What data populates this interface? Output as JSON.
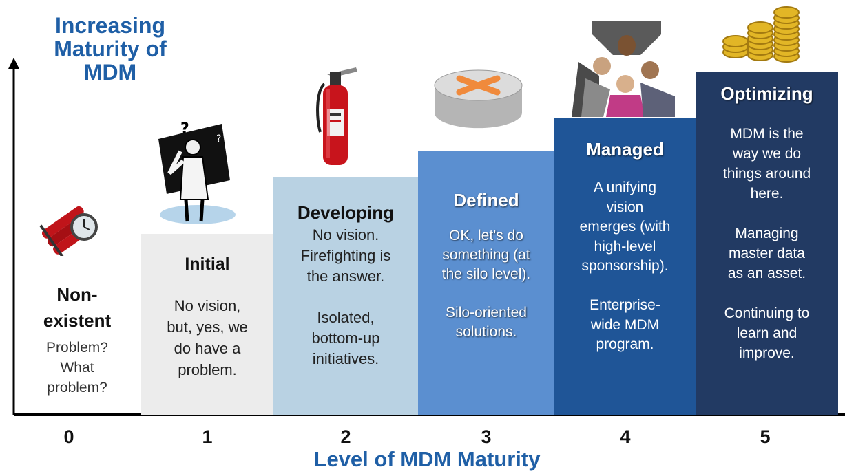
{
  "y_axis_title": "Increasing\nMaturity of\nMDM",
  "x_axis_title": "Level of MDM Maturity",
  "levels": [
    {
      "number": "0",
      "title": "Non-\nexistent",
      "text": "Problem?\nWhat\nproblem?",
      "color": "#ffffff",
      "icon": "dynamite-icon"
    },
    {
      "number": "1",
      "title": "Initial",
      "text": "No vision,\nbut, yes, we\ndo have a\nproblem.",
      "color": "#ececec",
      "icon": "confused-scientist-icon"
    },
    {
      "number": "2",
      "title": "Developing",
      "text": "No vision.\nFirefighting is\nthe answer.\n\nIsolated,\nbottom-up\ninitiatives.",
      "color": "#b9d2e3",
      "icon": "fire-extinguisher-icon"
    },
    {
      "number": "3",
      "title": "Defined",
      "text": "OK, let's do\nsomething (at\nthe silo level).\n\nSilo-oriented\nsolutions.",
      "color": "#5b8fd0",
      "icon": "router-icon"
    },
    {
      "number": "4",
      "title": "Managed",
      "text": "A unifying\nvision\nemerges (with\nhigh-level\nsponsorship).\n\nEnterprise-\nwide MDM\nprogram.",
      "color": "#1f5597",
      "icon": "team-huddle-icon"
    },
    {
      "number": "5",
      "title": "Optimizing",
      "text": "MDM is the\nway we do\nthings around\nhere.\n\nManaging\nmaster data\nas an asset.\n\nContinuing to\nlearn and\nimprove.",
      "color": "#223a63",
      "icon": "gold-coins-icon"
    }
  ]
}
